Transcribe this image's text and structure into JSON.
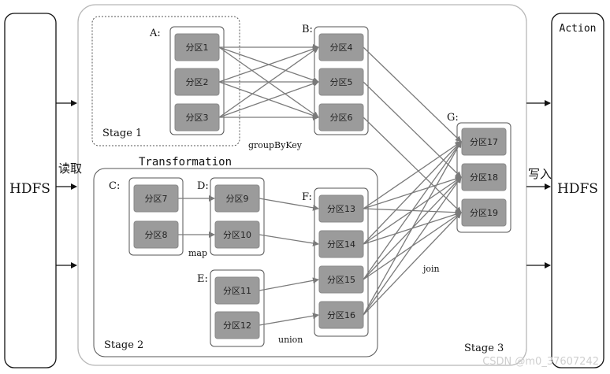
{
  "left_system": "HDFS",
  "right_system": "HDFS",
  "read_label": "读取",
  "write_label": "写入",
  "action_label": "Action",
  "transformation_label": "Transformation",
  "stage1_label": "Stage 1",
  "stage2_label": "Stage 2",
  "stage3_label": "Stage 3",
  "rdds": {
    "A": {
      "label": "A:",
      "partitions": [
        "分区1",
        "分区2",
        "分区3"
      ]
    },
    "B": {
      "label": "B:",
      "partitions": [
        "分区4",
        "分区5",
        "分区6"
      ]
    },
    "C": {
      "label": "C:",
      "partitions": [
        "分区7",
        "分区8"
      ]
    },
    "D": {
      "label": "D:",
      "partitions": [
        "分区9",
        "分区10"
      ]
    },
    "E": {
      "label": "E:",
      "partitions": [
        "分区11",
        "分区12"
      ]
    },
    "F": {
      "label": "F:",
      "partitions": [
        "分区13",
        "分区14",
        "分区15",
        "分区16"
      ]
    },
    "G": {
      "label": "G:",
      "partitions": [
        "分区17",
        "分区18",
        "分区19"
      ]
    }
  },
  "operations": {
    "groupByKey": "groupByKey",
    "map": "map",
    "union": "union",
    "join": "join"
  },
  "watermark": "CSDN @m0_37607242"
}
